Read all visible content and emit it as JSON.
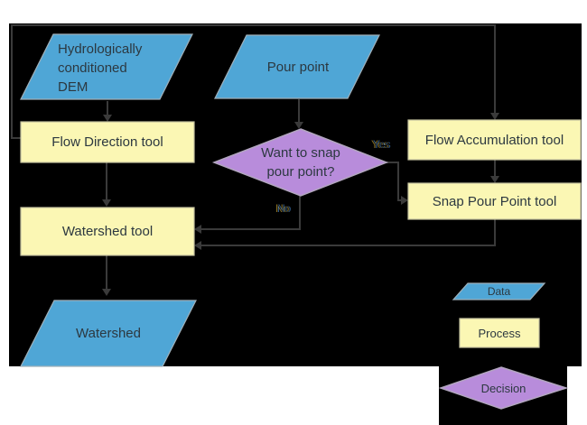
{
  "diagram": {
    "nodes": {
      "dem": {
        "type": "data",
        "lines": [
          "Hydrologically",
          "conditioned",
          "DEM"
        ]
      },
      "pour_point": {
        "type": "data",
        "label": "Pour point"
      },
      "flow_direction": {
        "type": "process",
        "label": "Flow Direction tool"
      },
      "flow_accumulation": {
        "type": "process",
        "label": "Flow Accumulation tool"
      },
      "snap_pour_point": {
        "type": "process",
        "label": "Snap Pour Point tool"
      },
      "watershed_tool": {
        "type": "process",
        "label": "Watershed tool"
      },
      "decision": {
        "type": "decision",
        "lines": [
          "Want to snap",
          "pour point?"
        ]
      },
      "watershed": {
        "type": "data",
        "label": "Watershed"
      }
    },
    "edge_labels": {
      "yes": "Yes",
      "no": "No"
    },
    "legend": {
      "data": "Data",
      "process": "Process",
      "decision": "Decision"
    },
    "colors": {
      "data_fill": "#4fa6d6",
      "process_fill": "#fbf7b4",
      "decision_fill": "#b88cdb",
      "line": "#3a3a3a",
      "background": "#000000",
      "page": "#ffffff",
      "text": "#2c3840"
    }
  }
}
